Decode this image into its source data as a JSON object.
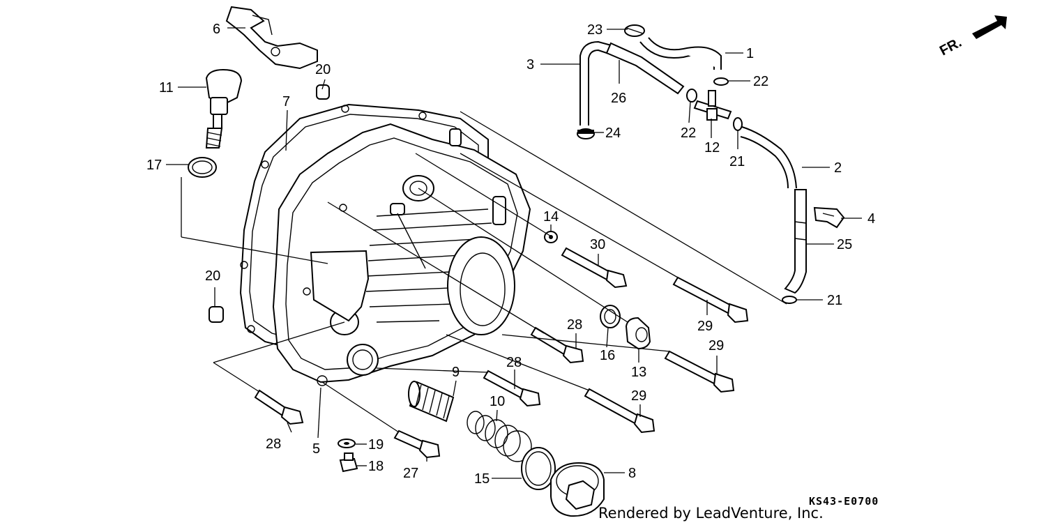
{
  "callouts": [
    {
      "id": "c1",
      "label": "1"
    },
    {
      "id": "c2",
      "label": "2"
    },
    {
      "id": "c3",
      "label": "3"
    },
    {
      "id": "c4",
      "label": "4"
    },
    {
      "id": "c5",
      "label": "5"
    },
    {
      "id": "c6",
      "label": "6"
    },
    {
      "id": "c7",
      "label": "7"
    },
    {
      "id": "c8",
      "label": "8"
    },
    {
      "id": "c9",
      "label": "9"
    },
    {
      "id": "c10",
      "label": "10"
    },
    {
      "id": "c11",
      "label": "11"
    },
    {
      "id": "c12",
      "label": "12"
    },
    {
      "id": "c13",
      "label": "13"
    },
    {
      "id": "c14",
      "label": "14"
    },
    {
      "id": "c15",
      "label": "15"
    },
    {
      "id": "c16",
      "label": "16"
    },
    {
      "id": "c17",
      "label": "17"
    },
    {
      "id": "c18",
      "label": "18"
    },
    {
      "id": "c19",
      "label": "19"
    },
    {
      "id": "c20a",
      "label": "20"
    },
    {
      "id": "c20b",
      "label": "20"
    },
    {
      "id": "c21a",
      "label": "21"
    },
    {
      "id": "c21b",
      "label": "21"
    },
    {
      "id": "c22a",
      "label": "22"
    },
    {
      "id": "c22b",
      "label": "22"
    },
    {
      "id": "c23",
      "label": "23"
    },
    {
      "id": "c24",
      "label": "24"
    },
    {
      "id": "c25",
      "label": "25"
    },
    {
      "id": "c26",
      "label": "26"
    },
    {
      "id": "c27",
      "label": "27"
    },
    {
      "id": "c28a",
      "label": "28"
    },
    {
      "id": "c28b",
      "label": "28"
    },
    {
      "id": "c28c",
      "label": "28"
    },
    {
      "id": "c29a",
      "label": "29"
    },
    {
      "id": "c29b",
      "label": "29"
    },
    {
      "id": "c29c",
      "label": "29"
    },
    {
      "id": "c30",
      "label": "30"
    }
  ],
  "orientation_label": "FR.",
  "diagram_code": "KS43-E0700",
  "credit": "Rendered by LeadVenture, Inc."
}
